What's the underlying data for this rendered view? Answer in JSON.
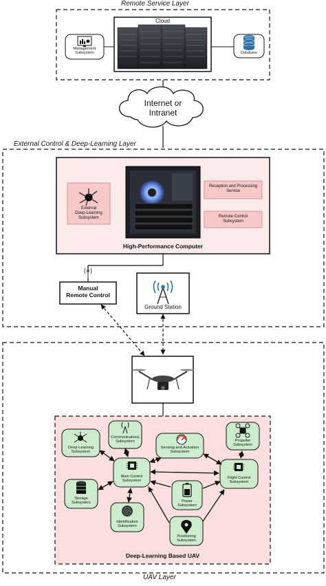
{
  "layers": {
    "remote_service": "Remote Service Layer",
    "external_control": "External Control & Deep-Learning Layer",
    "uav": "UAV Layer"
  },
  "remote_service": {
    "cloud_label": "Cloud",
    "management_subsystem": [
      "Management",
      "Subsystem"
    ],
    "database": "Database"
  },
  "network": {
    "line1": "Internet or",
    "line2": "Intranet"
  },
  "hpc": {
    "title": "High-Performance Computer",
    "external_dl": [
      "External",
      "Deep-Learning",
      "Subsystem"
    ],
    "reception": [
      "Reception and Processing",
      "Service"
    ],
    "remote_control_subsystem": [
      "Remote Control",
      "Subsystem"
    ]
  },
  "manual_rc": {
    "line1": "Manual",
    "line2": "Remote Control"
  },
  "ground_station": "Ground Station",
  "uav": {
    "title": "Deep-Learning Based UAV",
    "communications": [
      "Communications",
      "Subsystem"
    ],
    "sensing": [
      "Sensing and Actuation",
      "Subsystem"
    ],
    "propeller": [
      "Propeller",
      "Subsystem"
    ],
    "deep_learning": [
      "Deep-Learning",
      "Subsystem"
    ],
    "main_control": [
      "Main Control",
      "Subsystem"
    ],
    "flight_control": [
      "Flight Control",
      "Subsystem"
    ],
    "storage": [
      "Storage",
      "Subsystem"
    ],
    "power": [
      "Power",
      "Subsystem"
    ],
    "identification": [
      "Identification",
      "Subsystem"
    ],
    "positioning": [
      "Positioning",
      "Subsystem"
    ]
  },
  "colors": {
    "pink_fill": "#f6d2d2",
    "hpc_bg": "#fbeaea",
    "uav_bg": "#fbdede",
    "node_green": "#cdeccd",
    "rack_dark": "#2a2d33"
  }
}
